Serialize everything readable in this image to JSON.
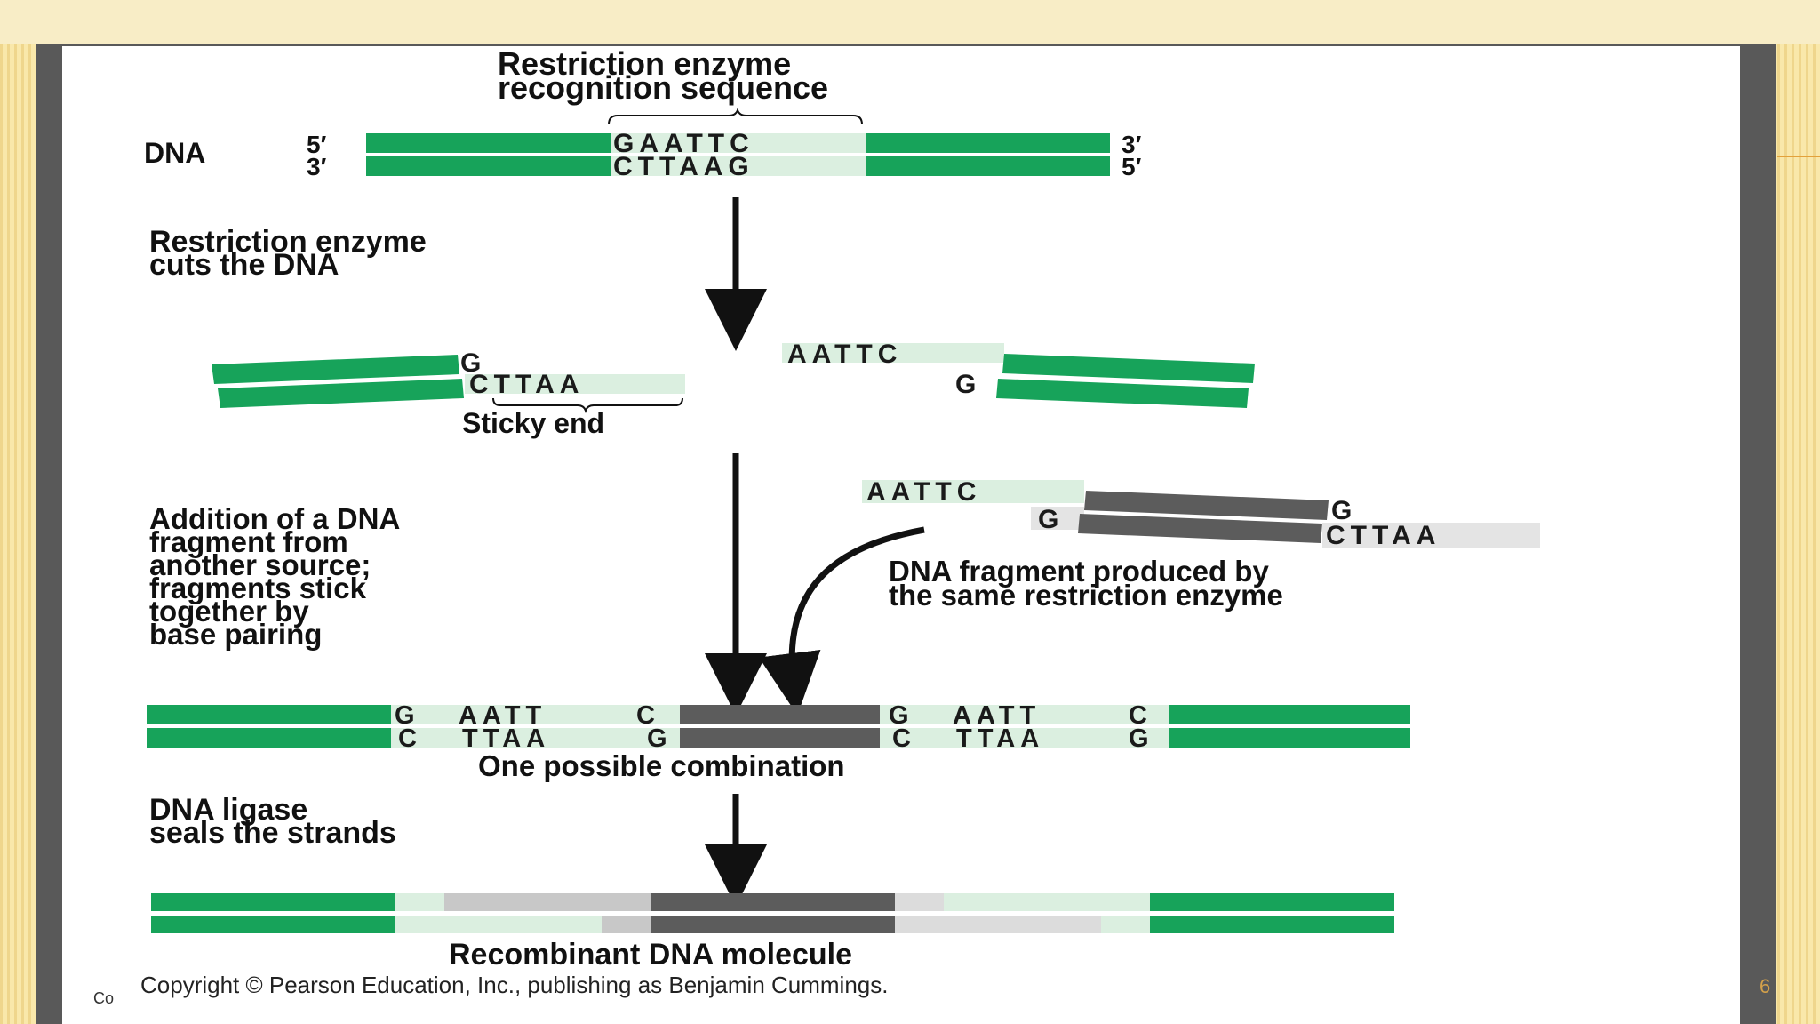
{
  "title": {
    "line1": "Restriction enzyme",
    "line2": "recognition sequence"
  },
  "dna": {
    "label": "DNA",
    "top_left": "5′",
    "bottom_left": "3′",
    "top_right": "3′",
    "bottom_right": "5′",
    "top_seq": "GAATTC",
    "bottom_seq": "CTTAAG"
  },
  "step1": {
    "line1": "Restriction enzyme",
    "line2": "cuts the DNA"
  },
  "cut": {
    "left_top": "G",
    "left_bottom": "CTTAA",
    "right_top": "AATTC",
    "right_bottom": "G",
    "sticky_label": "Sticky end"
  },
  "fragment": {
    "top_left": "AATTC",
    "top_right": "G",
    "bottom_left": "G",
    "bottom_right": "CTTAA",
    "label1": "DNA fragment produced by",
    "label2": "the same restriction enzyme"
  },
  "step2": {
    "lines": [
      "Addition of a DNA",
      "fragment from",
      "another source;",
      "fragments stick",
      "together by",
      "base pairing"
    ]
  },
  "combo": {
    "top_a": "G",
    "top_b": "AATT",
    "top_c": "C",
    "top_d": "G",
    "top_e": "AATT",
    "top_f": "C",
    "bot_a": "C",
    "bot_b": "TTAA",
    "bot_c": "G",
    "bot_d": "C",
    "bot_e": "TTAA",
    "bot_f": "G",
    "label": "One possible combination"
  },
  "step3": {
    "line1": "DNA ligase",
    "line2": "seals the strands"
  },
  "result": {
    "label": "Recombinant DNA molecule"
  },
  "copyright": "Copyright © Pearson Education, Inc., publishing as Benjamin Cummings.",
  "copyright_stub": "Co",
  "page_number": "6",
  "colors": {
    "green": "#17a35a",
    "gray": "#5c5c5c",
    "light_green": "#dbefe0",
    "light_gray": "#c8c8c8",
    "background": "#f7e5a4",
    "frame": "#595959"
  }
}
